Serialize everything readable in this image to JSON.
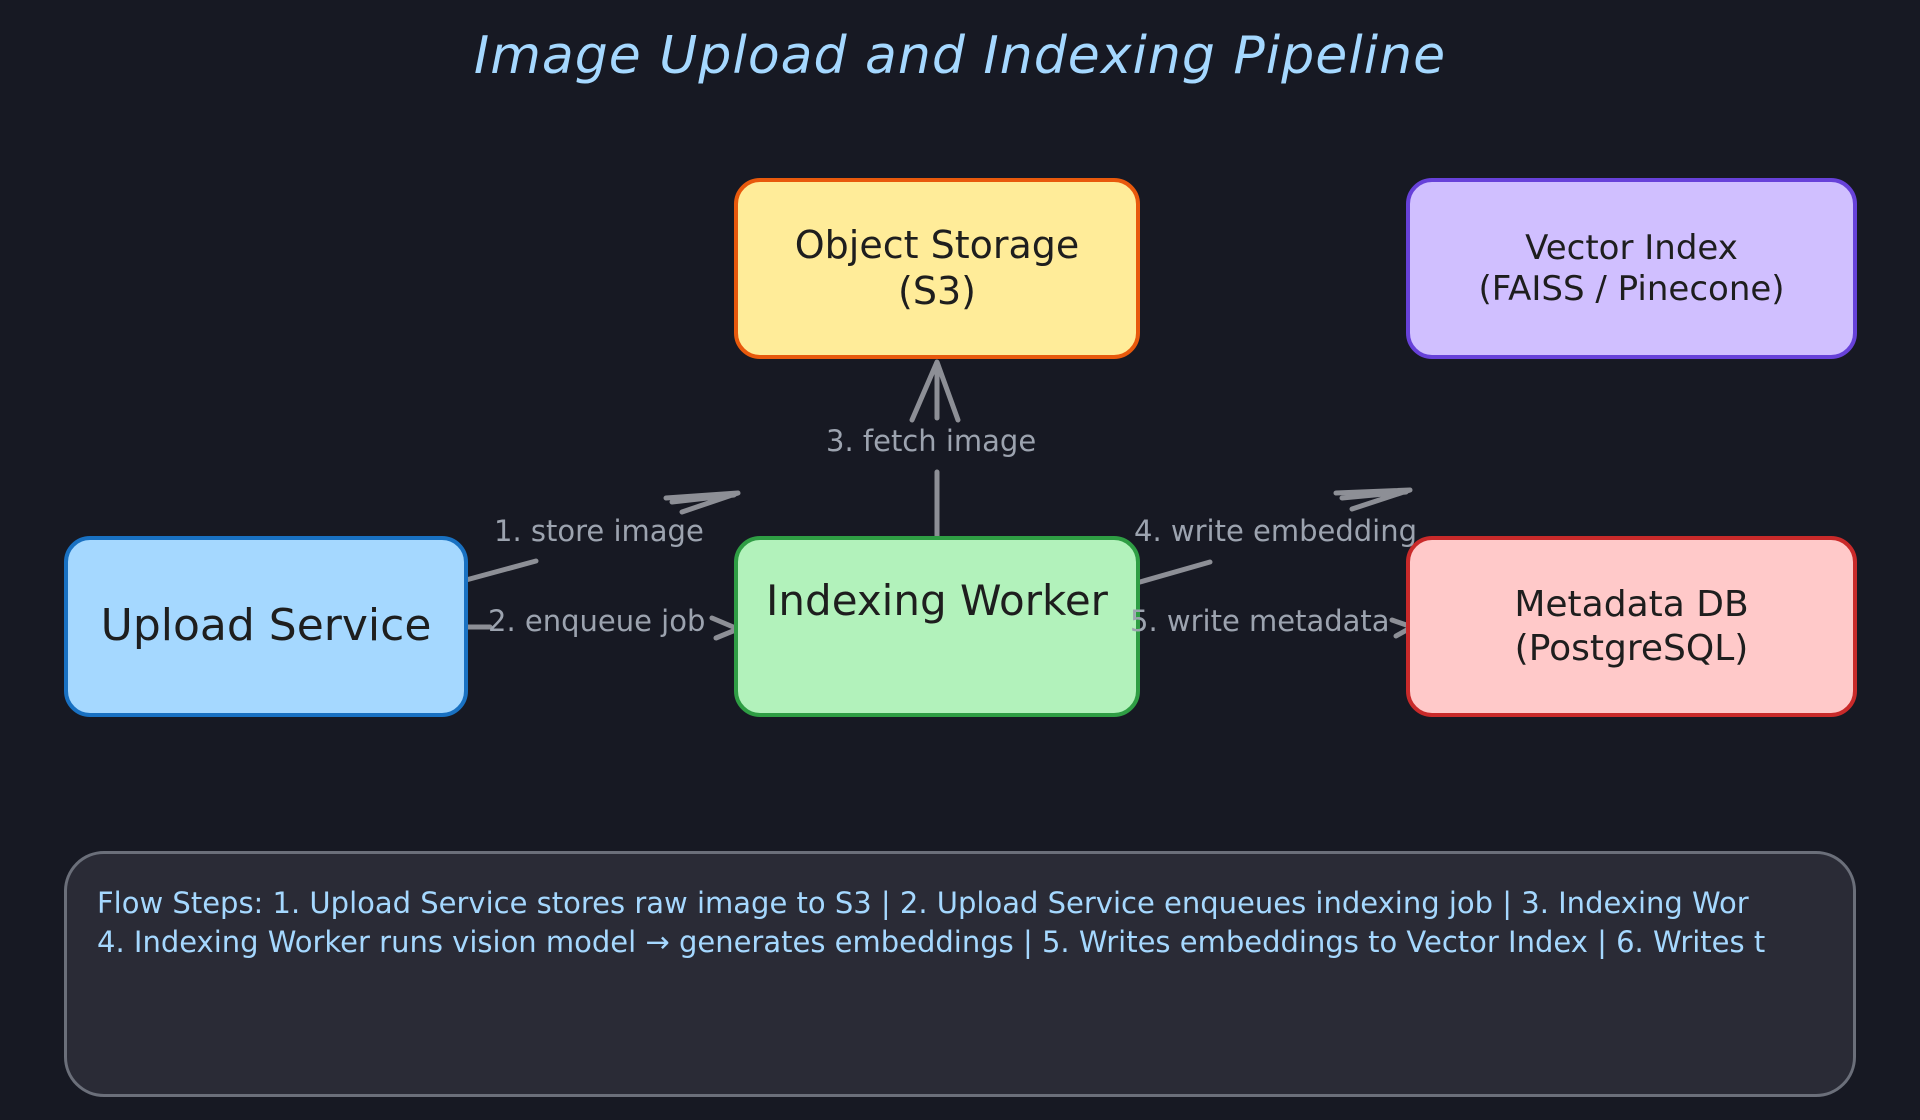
{
  "title": "Image Upload and Indexing Pipeline",
  "nodes": {
    "upload_service": {
      "line1": "Upload Service"
    },
    "object_storage": {
      "line1": "Object Storage",
      "line2": "(S3)"
    },
    "indexing_worker": {
      "line1": "Indexing Worker"
    },
    "vector_index": {
      "line1": "Vector Index",
      "line2": "(FAISS / Pinecone)"
    },
    "metadata_db": {
      "line1": "Metadata DB",
      "line2": "(PostgreSQL)"
    }
  },
  "edges": {
    "store_image": "1. store image",
    "enqueue_job": "2. enqueue job",
    "fetch_image": "3. fetch image",
    "write_embedding": "4. write embedding",
    "write_metadata": "5. write metadata"
  },
  "notes": {
    "line1": "Flow Steps:  1. Upload Service stores raw image to S3  |  2. Upload Service enqueues indexing job  |  3. Indexing Wor",
    "line2": "4. Indexing Worker runs vision model → generates embeddings  |  5. Writes embeddings to Vector Index  |  6. Writes t"
  },
  "colors": {
    "background": "#171923",
    "title": "#a5d8ff",
    "edge": "#8d8f96",
    "edge_label": "#9ca3af",
    "notes_text": "#a5d8ff"
  }
}
